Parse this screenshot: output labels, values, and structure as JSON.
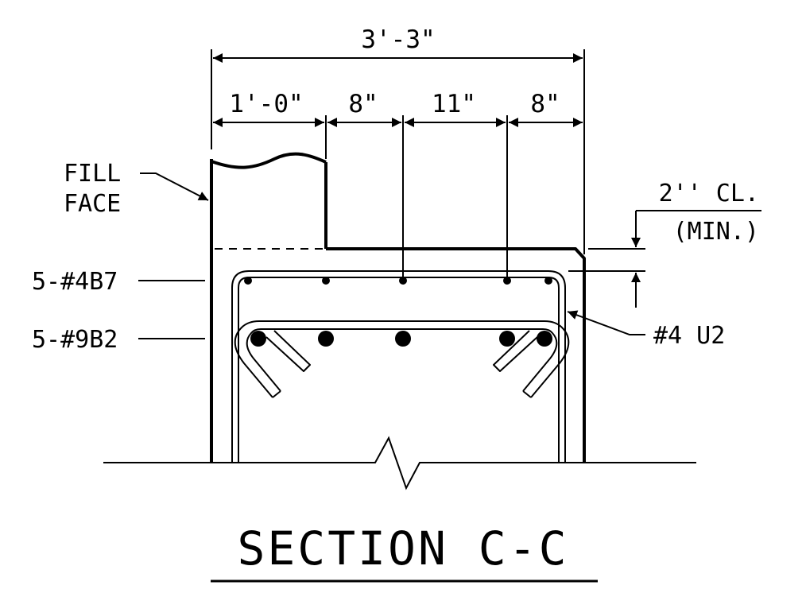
{
  "title": "SECTION C-C",
  "dimensions": {
    "overall": "3'-3\"",
    "seg1": "1'-0\"",
    "seg2": "8\"",
    "seg3": "11\"",
    "seg4": "8\"",
    "clear_cover": "2'' CL.",
    "clear_cover_min": "(MIN.)"
  },
  "labels": {
    "fill_face_line1": "FILL",
    "fill_face_line2": "FACE",
    "top_bars": "5-#4B7",
    "bottom_bars": "5-#9B2",
    "stirrup": "#4 U2"
  },
  "colors": {
    "ink": "#000000",
    "background": "#ffffff"
  }
}
